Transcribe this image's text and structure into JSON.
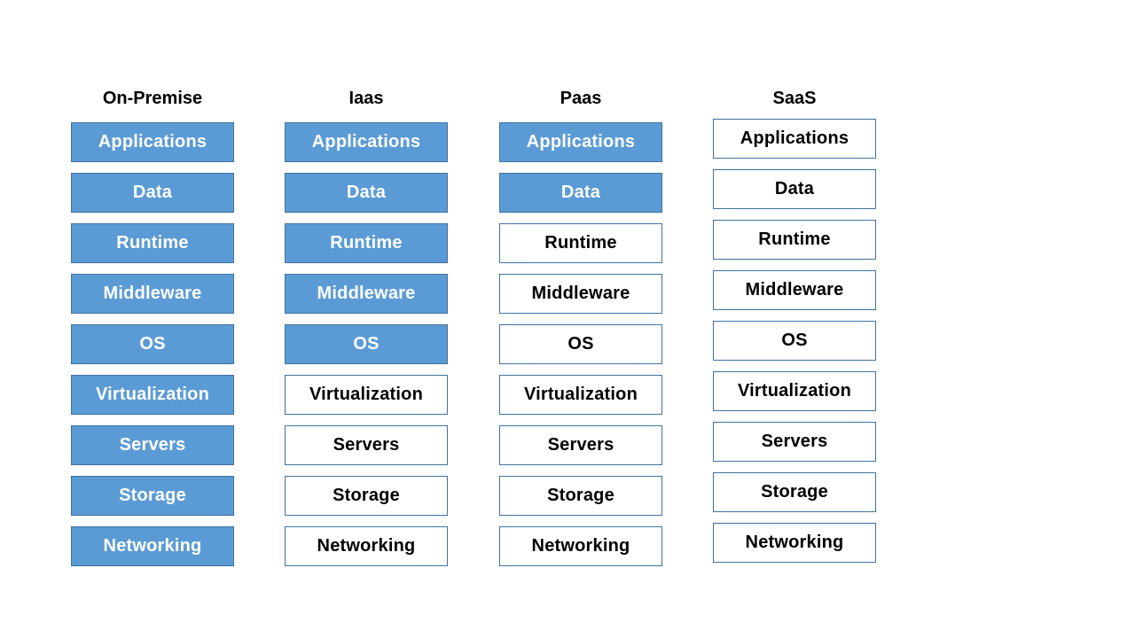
{
  "colors": {
    "managed_fill": "#5b9bd5",
    "managed_border": "#41719c",
    "managed_text": "#ffffff",
    "provided_fill": "#ffffff",
    "provided_border": "#41719c",
    "provided_text": "#000000"
  },
  "columns": [
    {
      "title": "On-Premise",
      "layers": [
        {
          "label": "Applications",
          "style": "managed"
        },
        {
          "label": "Data",
          "style": "managed"
        },
        {
          "label": "Runtime",
          "style": "managed"
        },
        {
          "label": "Middleware",
          "style": "managed"
        },
        {
          "label": "OS",
          "style": "managed"
        },
        {
          "label": "Virtualization",
          "style": "managed"
        },
        {
          "label": "Servers",
          "style": "managed"
        },
        {
          "label": "Storage",
          "style": "managed"
        },
        {
          "label": "Networking",
          "style": "managed"
        }
      ]
    },
    {
      "title": "Iaas",
      "layers": [
        {
          "label": "Applications",
          "style": "managed"
        },
        {
          "label": "Data",
          "style": "managed"
        },
        {
          "label": "Runtime",
          "style": "managed"
        },
        {
          "label": "Middleware",
          "style": "managed"
        },
        {
          "label": "OS",
          "style": "managed"
        },
        {
          "label": "Virtualization",
          "style": "provided"
        },
        {
          "label": "Servers",
          "style": "provided"
        },
        {
          "label": "Storage",
          "style": "provided"
        },
        {
          "label": "Networking",
          "style": "provided"
        }
      ]
    },
    {
      "title": "Paas",
      "layers": [
        {
          "label": "Applications",
          "style": "managed"
        },
        {
          "label": "Data",
          "style": "managed"
        },
        {
          "label": "Runtime",
          "style": "provided"
        },
        {
          "label": "Middleware",
          "style": "provided"
        },
        {
          "label": "OS",
          "style": "provided"
        },
        {
          "label": "Virtualization",
          "style": "provided"
        },
        {
          "label": "Servers",
          "style": "provided"
        },
        {
          "label": "Storage",
          "style": "provided"
        },
        {
          "label": "Networking",
          "style": "provided"
        }
      ]
    },
    {
      "title": "SaaS",
      "layers": [
        {
          "label": "Applications",
          "style": "provided"
        },
        {
          "label": "Data",
          "style": "provided"
        },
        {
          "label": "Runtime",
          "style": "provided"
        },
        {
          "label": "Middleware",
          "style": "provided"
        },
        {
          "label": "OS",
          "style": "provided"
        },
        {
          "label": "Virtualization",
          "style": "provided"
        },
        {
          "label": "Servers",
          "style": "provided"
        },
        {
          "label": "Storage",
          "style": "provided"
        },
        {
          "label": "Networking",
          "style": "provided"
        }
      ]
    }
  ]
}
